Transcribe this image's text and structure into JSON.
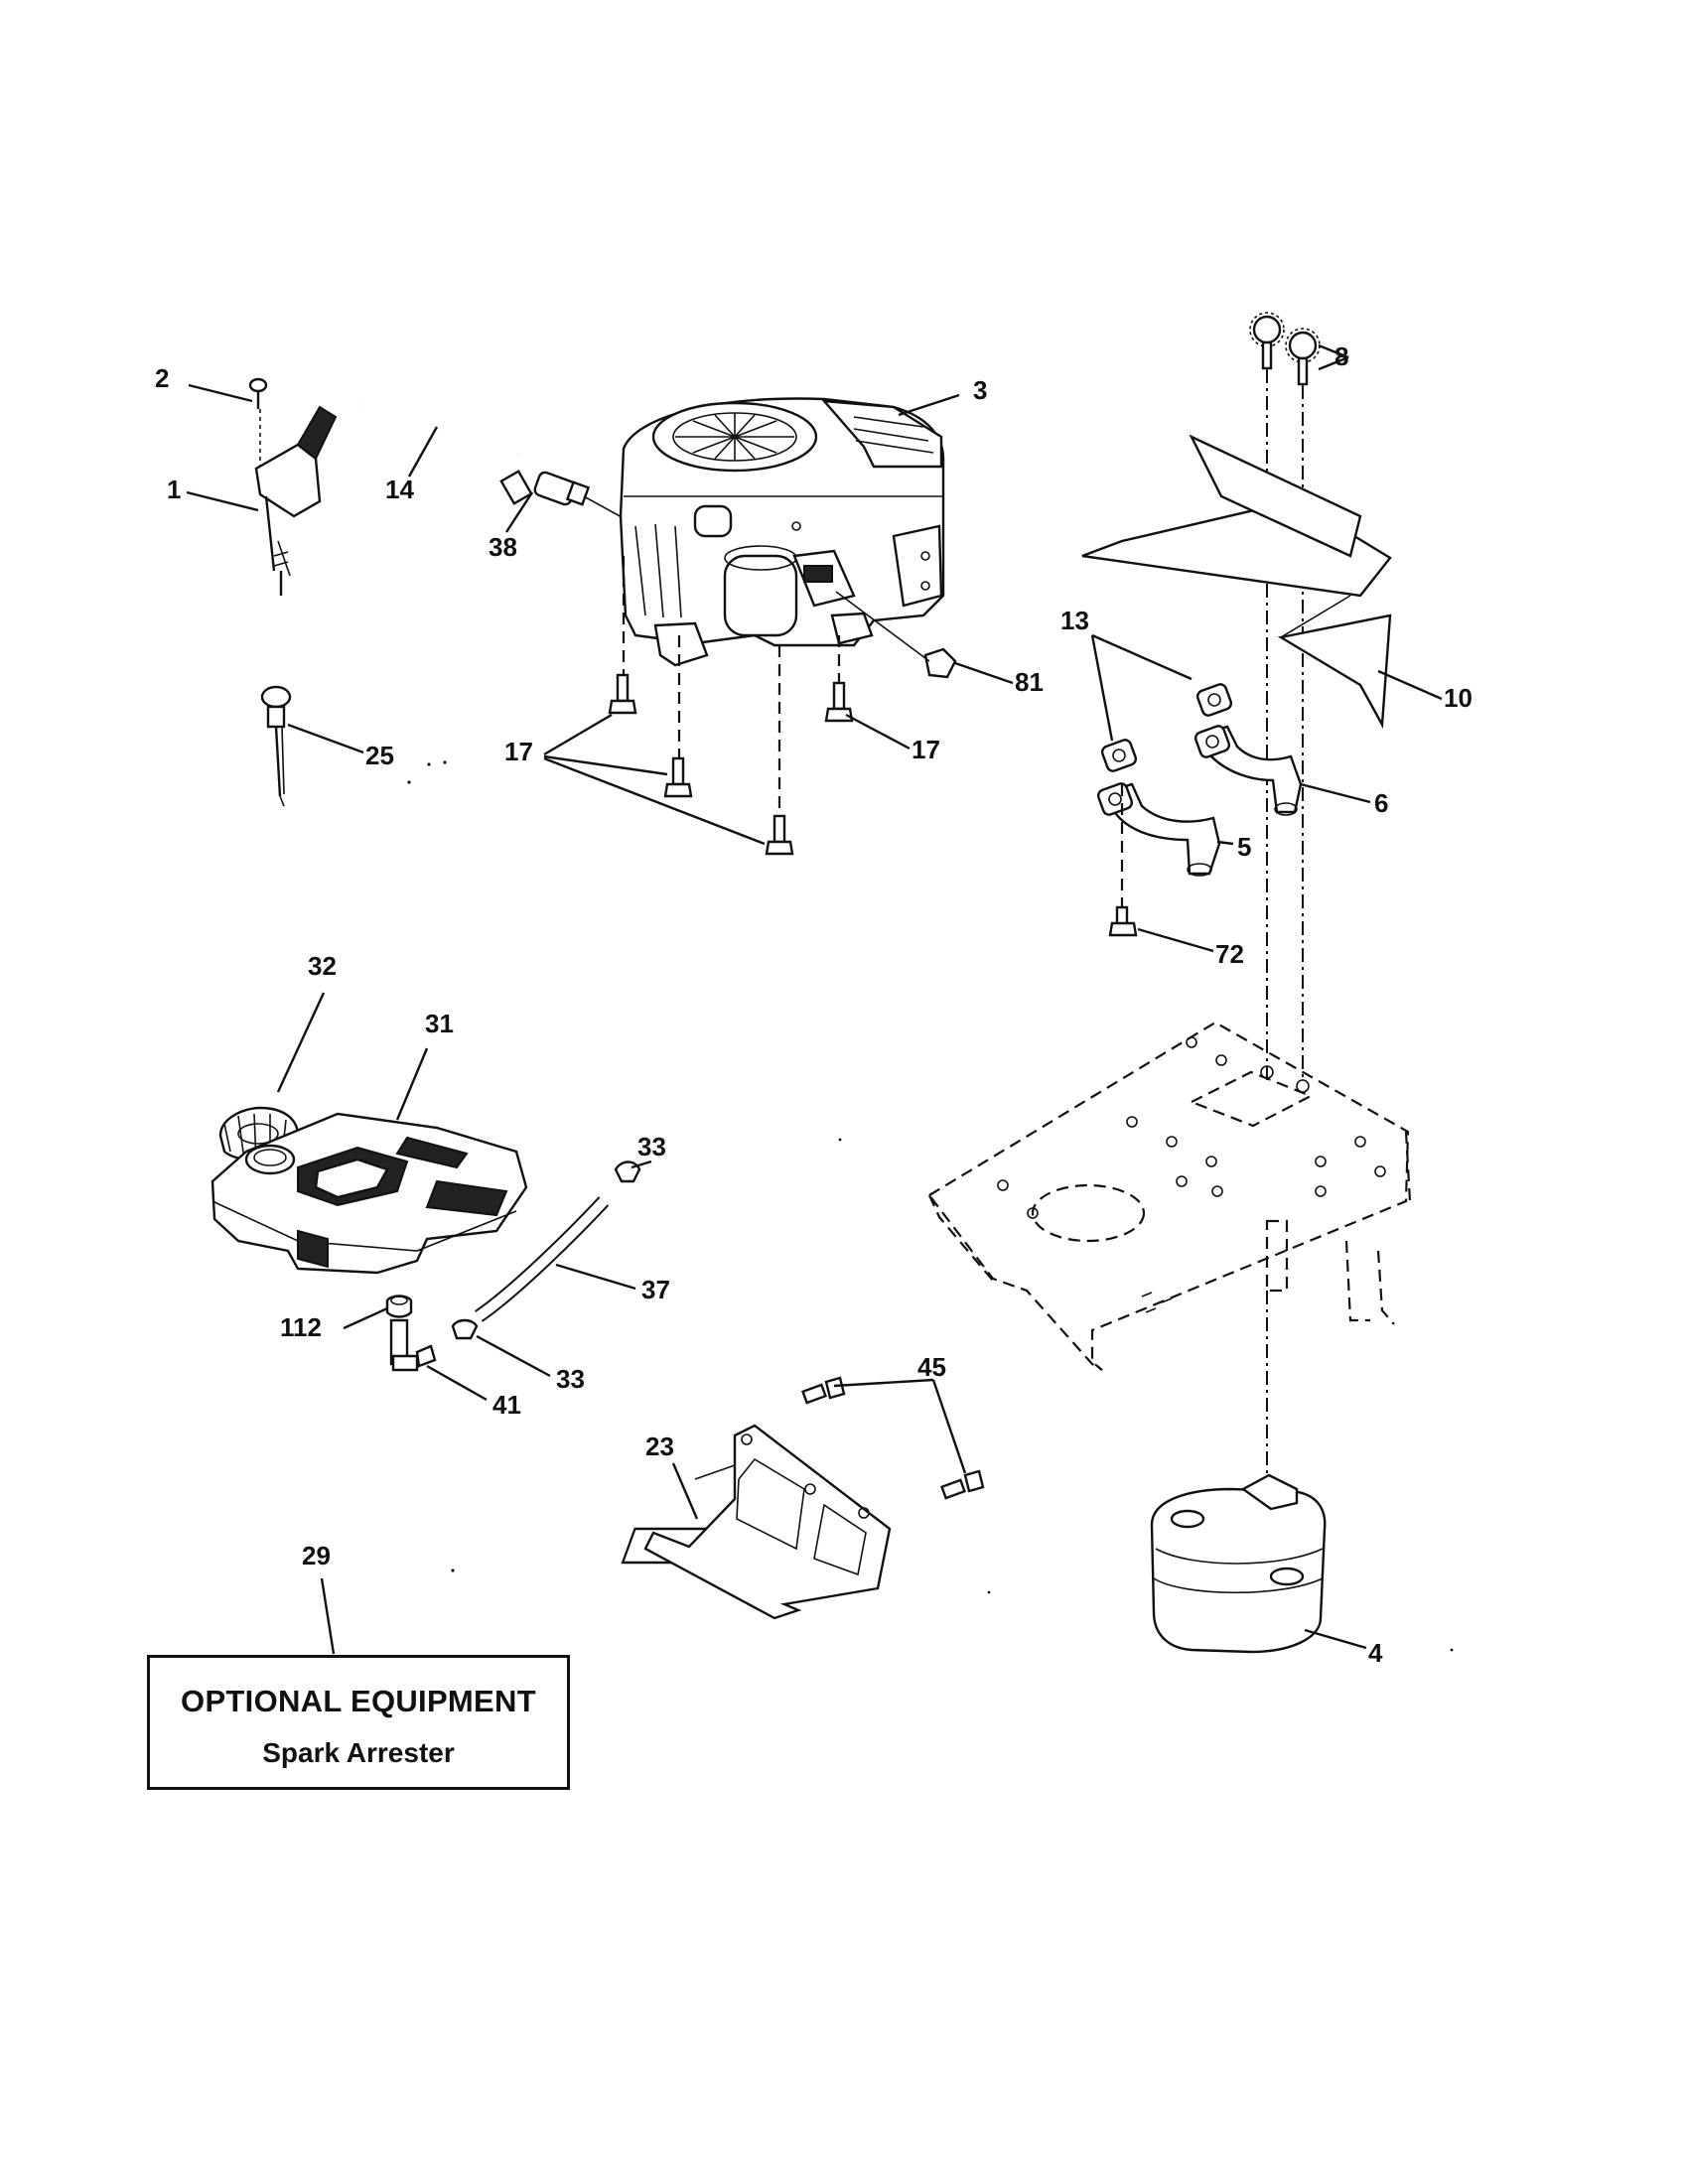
{
  "callouts": {
    "c1": "1",
    "c2": "2",
    "c3": "3",
    "c4": "4",
    "c5": "5",
    "c6": "6",
    "c8": "8",
    "c10": "10",
    "c13": "13",
    "c14": "14",
    "c17a": "17",
    "c17b": "17",
    "c23": "23",
    "c25": "25",
    "c29": "29",
    "c31": "31",
    "c32": "32",
    "c33a": "33",
    "c33b": "33",
    "c37": "37",
    "c38": "38",
    "c41": "41",
    "c45": "45",
    "c72": "72",
    "c81": "81",
    "c112": "112"
  },
  "optional_box": {
    "title": "OPTIONAL EQUIPMENT",
    "subtitle": "Spark Arrester"
  }
}
